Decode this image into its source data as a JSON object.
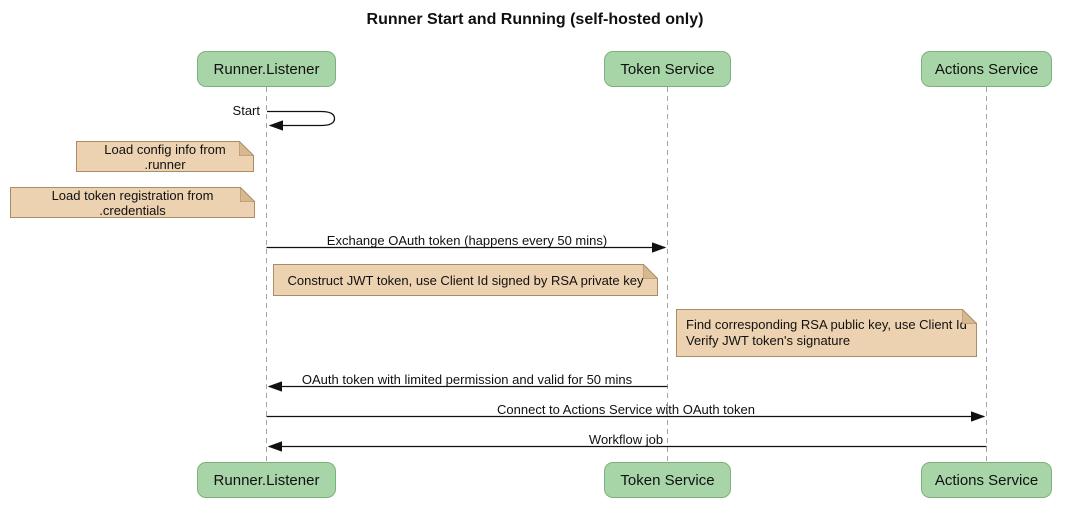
{
  "title": "Runner Start and Running (self-hosted only)",
  "participants": [
    {
      "name": "Runner.Listener"
    },
    {
      "name": "Token Service"
    },
    {
      "name": "Actions Service"
    }
  ],
  "messages": [
    {
      "label": "Start",
      "from": "Runner.Listener",
      "to": "Runner.Listener",
      "type": "self"
    },
    {
      "label": "Exchange OAuth token (happens every 50 mins)",
      "from": "Runner.Listener",
      "to": "Token Service",
      "type": "solid-arrow"
    },
    {
      "label": "OAuth token with limited permission and valid for 50 mins",
      "from": "Token Service",
      "to": "Runner.Listener",
      "type": "solid-arrow"
    },
    {
      "label": "Connect to Actions Service with OAuth token",
      "from": "Runner.Listener",
      "to": "Actions Service",
      "type": "solid-arrow"
    },
    {
      "label": "Workflow job",
      "from": "Actions Service",
      "to": "Runner.Listener",
      "type": "solid-arrow"
    }
  ],
  "notes": [
    {
      "text": "Load config info from .runner",
      "anchor": "left of Runner.Listener"
    },
    {
      "text": "Load token registration from .credentials",
      "anchor": "left of Runner.Listener"
    },
    {
      "text": "Construct JWT token, use Client Id signed by RSA private key",
      "anchor": "right of Runner.Listener"
    },
    {
      "text": "Find corresponding RSA public key, use Client Id\nVerify JWT token's signature",
      "anchor": "right of Token Service"
    }
  ],
  "colors": {
    "background": "#ffffff",
    "actor_fill": "#a8d5a8",
    "actor_border": "#7eb07e",
    "note_fill": "#ecd2b0",
    "note_border": "#aa8d66",
    "note_fold": "#d7b98f",
    "lifeline": "#a6a6a6",
    "arrow_color": "#111111",
    "text_color": "#111111"
  }
}
